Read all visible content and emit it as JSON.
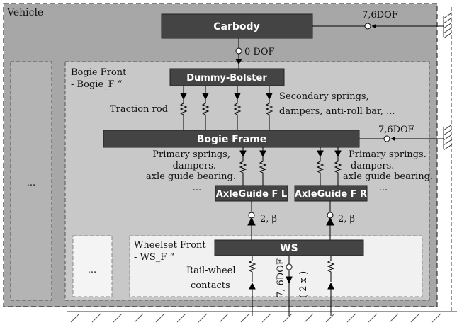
{
  "vehicle": {
    "label": "Vehicle"
  },
  "carbody": {
    "label": "Carbody",
    "dof": "7,6DOF"
  },
  "carbody_bolster_joint": {
    "label": "0 DOF"
  },
  "bogie": {
    "label_line1": "Bogie Front",
    "label_line2": "- Bogie_F “",
    "placeholder_left": "...",
    "dummy_bolster": "Dummy-Bolster",
    "traction_rod": "Traction rod",
    "secondary_line1": "Secondary springs,",
    "secondary_line2": "dampers, anti-roll bar, ...",
    "bogie_frame": "Bogie Frame",
    "frame_dof": "7,6DOF",
    "primary_left": [
      "Primary springs,",
      "dampers.",
      "axle guide bearing.",
      "..."
    ],
    "primary_right": [
      "Primary springs.",
      "dampers.",
      "axle guide bearing.",
      "..."
    ],
    "axleguide_fl": "AxleGuide F L",
    "axleguide_fr": "AxleGuide F R",
    "joint_fl": "2, β",
    "joint_fr": "2, β"
  },
  "wheelset": {
    "label_line1": "Wheelset Front",
    "label_line2": "- WS_F “",
    "placeholder": "...",
    "ws": "WS",
    "rail_line1": "Rail-wheel",
    "rail_line2": "contacts",
    "dof_vertical": "7, 6DOF",
    "count": "( 2 x )"
  }
}
